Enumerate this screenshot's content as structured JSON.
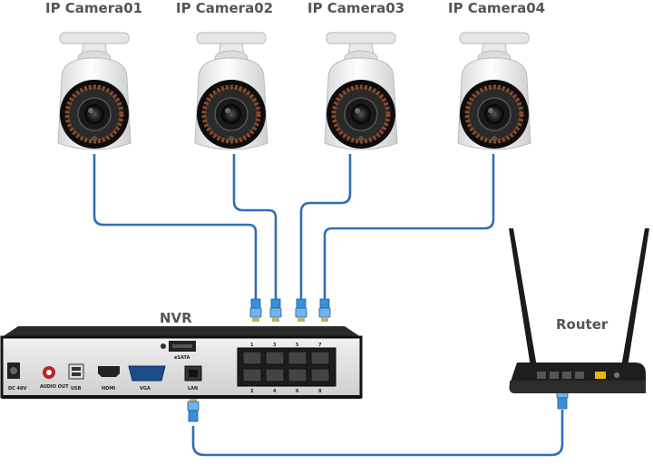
{
  "cameras": [
    {
      "label": "IP Camera01"
    },
    {
      "label": "IP Camera02"
    },
    {
      "label": "IP Camera03"
    },
    {
      "label": "IP Camera04"
    }
  ],
  "nvr": {
    "label": "NVR",
    "port_labels": {
      "dc": "DC 48V",
      "audio": "AUDIO OUT",
      "usb": "USB",
      "hdmi": "HDMI",
      "vga": "VGA",
      "esata": "eSATA",
      "lan": "LAN"
    },
    "poe_top": [
      "1",
      "3",
      "5",
      "7"
    ],
    "poe_bottom": [
      "2",
      "4",
      "6",
      "8"
    ]
  },
  "router": {
    "label": "Router"
  },
  "colors": {
    "cable": "#2f6fb3",
    "plug": "#3a8fd8",
    "nvr_body": "#1c1c1c",
    "camera": "#f2f2f2"
  }
}
